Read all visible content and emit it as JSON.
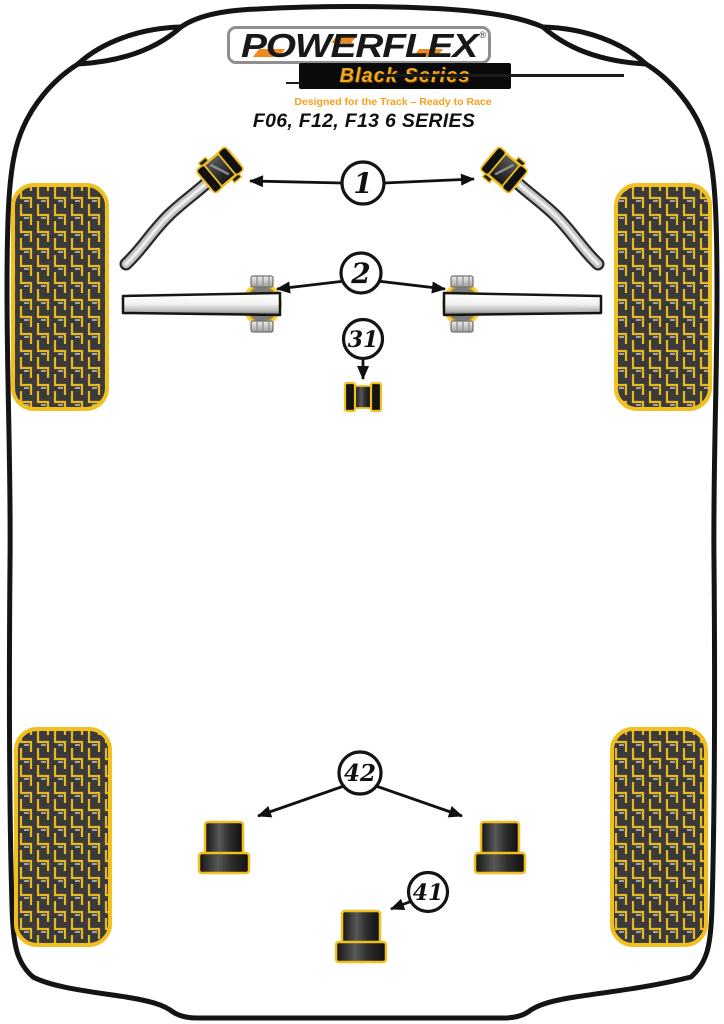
{
  "header": {
    "logo_text": "POWERFLEX",
    "registered_mark": "®",
    "series_label": "Black Series",
    "tagline": "Designed for the Track – Ready to Race",
    "vehicle_title": "F06, F12, F13 6 SERIES"
  },
  "colors": {
    "accent_gold": "#F0C020",
    "logo_accent_orange": "#F08A1E",
    "series_orange": "#F2A81D",
    "tagline_orange": "#F6A01C",
    "outline_black": "#141414",
    "tire_dark": "#3A3A3A"
  },
  "callouts": [
    {
      "label": "1",
      "part_icon": "anti-roll-bar-bush-icon"
    },
    {
      "label": "2",
      "part_icon": "control-arm-bush-icon"
    },
    {
      "label": "31",
      "part_icon": "small-spool-bush-icon"
    },
    {
      "label": "42",
      "part_icon": "top-hat-bush-icon"
    },
    {
      "label": "41",
      "part_icon": "top-hat-bush-icon"
    }
  ]
}
